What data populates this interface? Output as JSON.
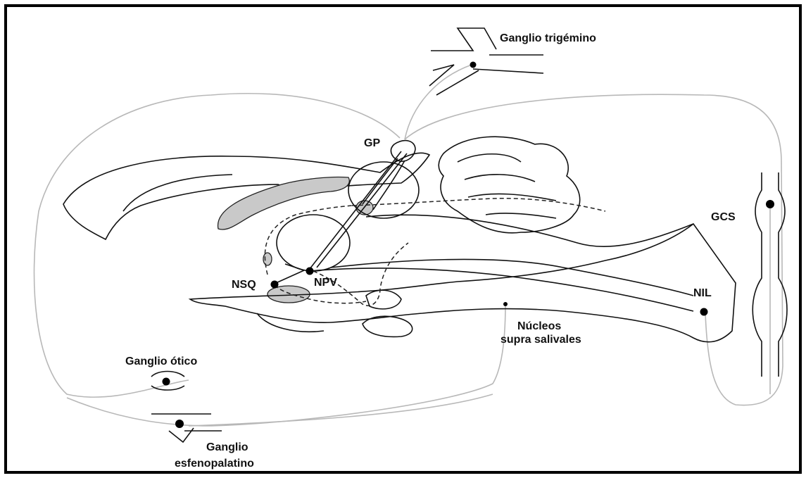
{
  "labels": {
    "ganglio_trigemino": "Ganglio trigémino",
    "gp": "GP",
    "gcs": "GCS",
    "nsq": "NSQ",
    "npv": "NPV",
    "nil": "NIL",
    "nucleos_line1": "Núcleos",
    "nucleos_line2": "supra salivales",
    "ganglio_otico": "Ganglio ótico",
    "ganglio_esfeno_line1": "Ganglio",
    "ganglio_esfeno_line2": "esfenopalatino"
  },
  "colors": {
    "frame": "#000000",
    "outline": "#111111",
    "pathway": "#b8b8b8",
    "shaded_structures": "#c9c9c9"
  }
}
